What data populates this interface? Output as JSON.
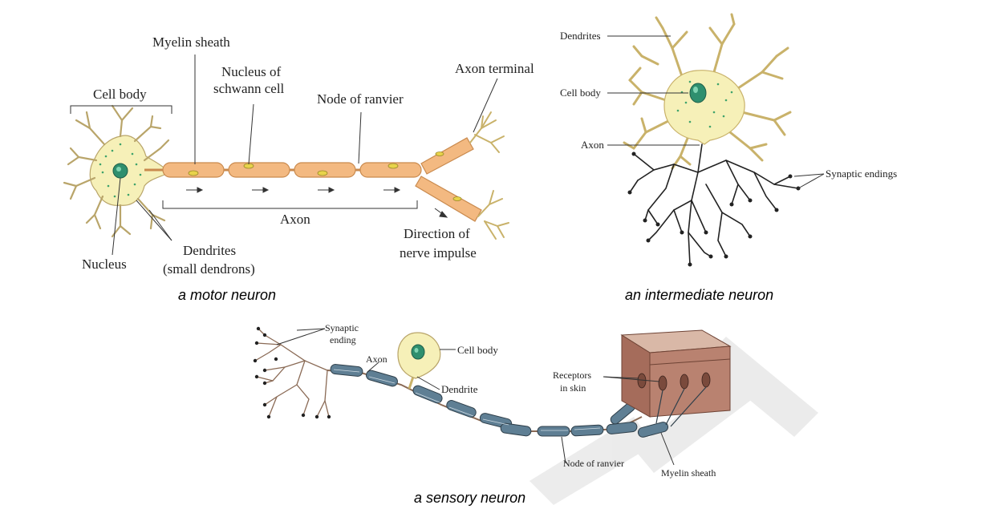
{
  "colors": {
    "cytoplasm": "#f6f0b8",
    "nucleus": "#2f8f6e",
    "myelin": "#f3b981",
    "myelin_stroke": "#c98a4e",
    "sensory_myelin": "#5f7f94",
    "skin": "#b98270",
    "skin_top": "#d9b8a7",
    "watermark": "#dcdcdc"
  },
  "motor_neuron": {
    "caption": "a motor neuron",
    "labels": {
      "myelin_sheath": "Myelin sheath",
      "nucleus_of_schwann_line1": "Nucleus of",
      "nucleus_of_schwann_line2": "schwann cell",
      "node_of_ranvier": "Node of ranvier",
      "axon_terminal": "Axon terminal",
      "cell_body": "Cell body",
      "axon": "Axon",
      "direction_line1": "Direction of",
      "direction_line2": "nerve impulse",
      "dendrites_line1": "Dendrites",
      "dendrites_line2": "(small dendrons)",
      "nucleus": "Nucleus"
    }
  },
  "intermediate_neuron": {
    "caption": "an intermediate neuron",
    "labels": {
      "dendrites": "Dendrites",
      "cell_body": "Cell body",
      "axon": "Axon",
      "synaptic_endings": "Synaptic endings"
    }
  },
  "sensory_neuron": {
    "caption": "a sensory neuron",
    "labels": {
      "synaptic_line1": "Synaptic",
      "synaptic_line2": "ending",
      "axon": "Axon",
      "cell_body": "Cell body",
      "dendrite": "Dendrite",
      "receptors_line1": "Receptors",
      "receptors_line2": "in skin",
      "node_of_ranvier": "Node of ranvier",
      "myelin_sheath": "Myelin sheath"
    }
  }
}
